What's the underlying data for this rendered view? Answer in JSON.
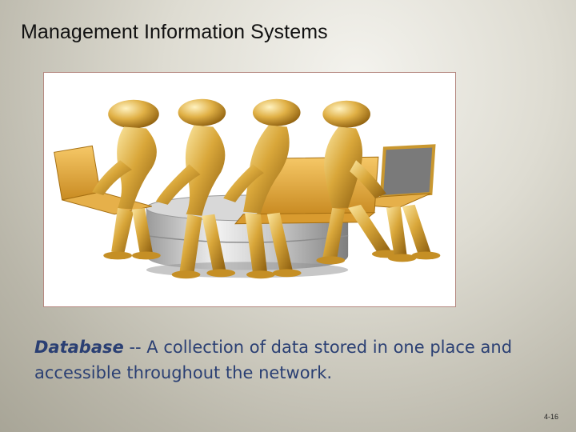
{
  "slide": {
    "title": "Management Information Systems",
    "caption_term": "Database",
    "caption_separator": " -- ",
    "caption_definition": "A collection of data stored in one place and accessible throughout the network.",
    "page_number": "4-16"
  },
  "illustration": {
    "subject": "four gold figures working on laptops around a database cylinder",
    "colors": {
      "gold_light": "#f7d77a",
      "gold": "#d9a73a",
      "gold_dark": "#9a6a12",
      "cylinder_light": "#e9e9e9",
      "cylinder_dark": "#8c8c8c",
      "screen": "#6f6f6f",
      "frame_border": "#b58880"
    }
  }
}
